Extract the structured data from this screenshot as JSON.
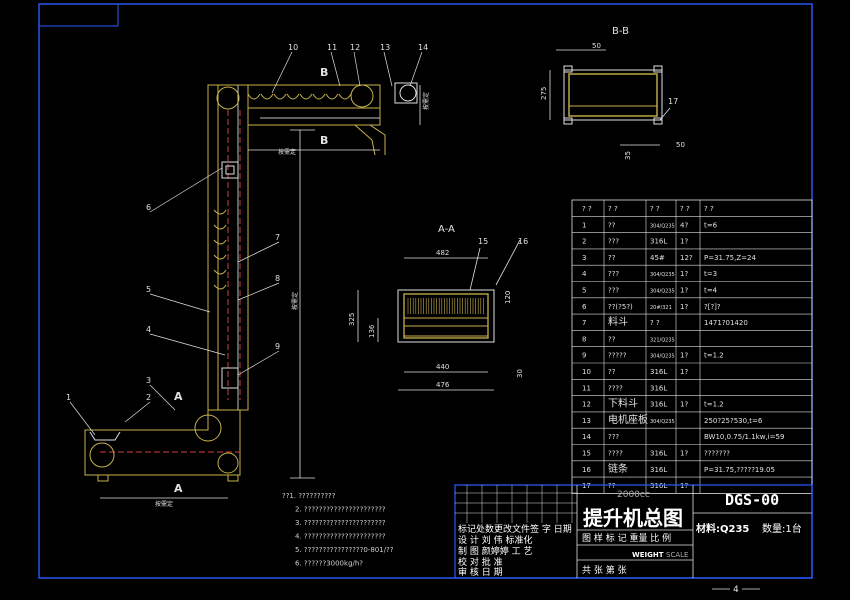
{
  "section_bb": {
    "title": "B-B",
    "dims": [
      "50",
      "275",
      "17",
      "35",
      "50"
    ]
  },
  "section_aa": {
    "title": "A-A",
    "dims": [
      "482",
      "15",
      "16",
      "325",
      "136",
      "120",
      "440",
      "476",
      "30"
    ]
  },
  "callouts": [
    "1",
    "2",
    "3",
    "4",
    "5",
    "6",
    "7",
    "8",
    "9",
    "10",
    "11",
    "12",
    "13",
    "14"
  ],
  "section_marks": [
    "B",
    "B",
    "A",
    "A"
  ],
  "dimension_notes": [
    "按需定",
    "按需定",
    "按需定",
    "按需定"
  ],
  "parts_table": {
    "header": [
      "? ?",
      "? ?",
      "? ?",
      "? ?",
      "? ?"
    ],
    "rows": [
      [
        "1",
        "??",
        "304/Q235",
        "4?",
        "t=6"
      ],
      [
        "2",
        "???",
        "316L",
        "1?",
        ""
      ],
      [
        "3",
        "??",
        "45#",
        "12?",
        "P=31.75,Z=24"
      ],
      [
        "4",
        "???",
        "304/Q235",
        "1?",
        "t=3"
      ],
      [
        "5",
        "???",
        "304/Q235",
        "1?",
        "t=4"
      ],
      [
        "6",
        "??(?5?)",
        "20#/321",
        "1?",
        "?[?]?"
      ],
      [
        "7",
        "料斗",
        "? ?",
        "",
        "1471?01420"
      ],
      [
        "8",
        "??",
        "321/Q235",
        "",
        ""
      ],
      [
        "9",
        "?????",
        "304/Q235",
        "1?",
        "t=1.2"
      ],
      [
        "10",
        "??",
        "316L",
        "1?",
        ""
      ],
      [
        "11",
        "????",
        "316L",
        "",
        ""
      ],
      [
        "12",
        "下料斗",
        "316L",
        "1?",
        "t=1.2"
      ],
      [
        "13",
        "电机座板",
        "304/Q235",
        "",
        "250?25?530,t=6"
      ],
      [
        "14",
        "???",
        "",
        "",
        "BW10,0.75/1.1kw,i=59"
      ],
      [
        "15",
        "????",
        "316L",
        "1?",
        "???????"
      ],
      [
        "16",
        "链条",
        "316L",
        "",
        "P=31.75,?????19.05"
      ],
      [
        "17",
        "??",
        "316L",
        "1?",
        ""
      ]
    ]
  },
  "title_block": {
    "capacity": "2000cc",
    "name": "提升机总图",
    "drawing_no": "DGS-00",
    "material": "材料:Q235",
    "quantity": "数量:1台",
    "sub_labels": "图 样 标 记 重量  比 例",
    "weight": "WEIGHT",
    "scale": "SCALE",
    "rows_left": [
      "标记处数更改文件签 字 日期",
      "设 计 刘 伟 标准化",
      "制 图 颜婷婷 工 艺",
      "校 对      批 准",
      "审 核      日 期"
    ],
    "sheet": "共      张 第      张",
    "page_mark": "4"
  },
  "notes": [
    "??1. ??????????",
    "2. ??????????????????????",
    "3. ??????????????????????",
    "4. ??????????????????????",
    "5. ????????????????0-801/??",
    "6. ??????3000kg/h?"
  ]
}
